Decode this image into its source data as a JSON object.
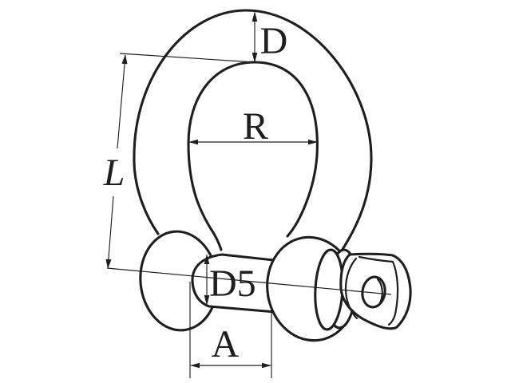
{
  "figure": {
    "subject": "bow-shackle-with-screw-pin-technical-drawing",
    "background_color": "#ffffff",
    "line_color": "#1e1e1e",
    "dimensions": {
      "bow_section": "D",
      "inner_width": "R",
      "length": "L",
      "pin_diameter": "D5",
      "jaw_opening": "A"
    }
  }
}
